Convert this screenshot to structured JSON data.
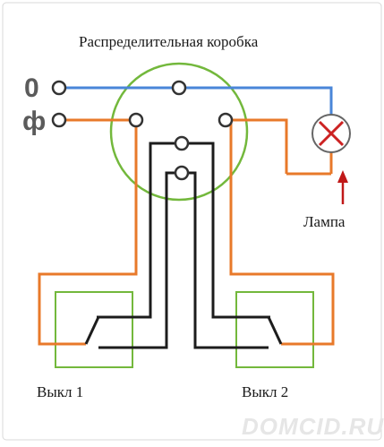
{
  "diagram": {
    "title": "Распределительная коробка",
    "terminal_neutral": "0",
    "terminal_phase": "ф",
    "lamp_label": "Лампа",
    "switch1_label": "Выкл 1",
    "switch2_label": "Выкл 2",
    "watermark": "DOMCID.RU"
  },
  "colors": {
    "neutral_wire": "#4a86d8",
    "phase_wire": "#e8792a",
    "link_wire": "#1c1c1c",
    "junction_box": "#73b83c",
    "switch_box": "#73b83c",
    "lamp_cross": "#cc2222",
    "arrow": "#c01818"
  }
}
